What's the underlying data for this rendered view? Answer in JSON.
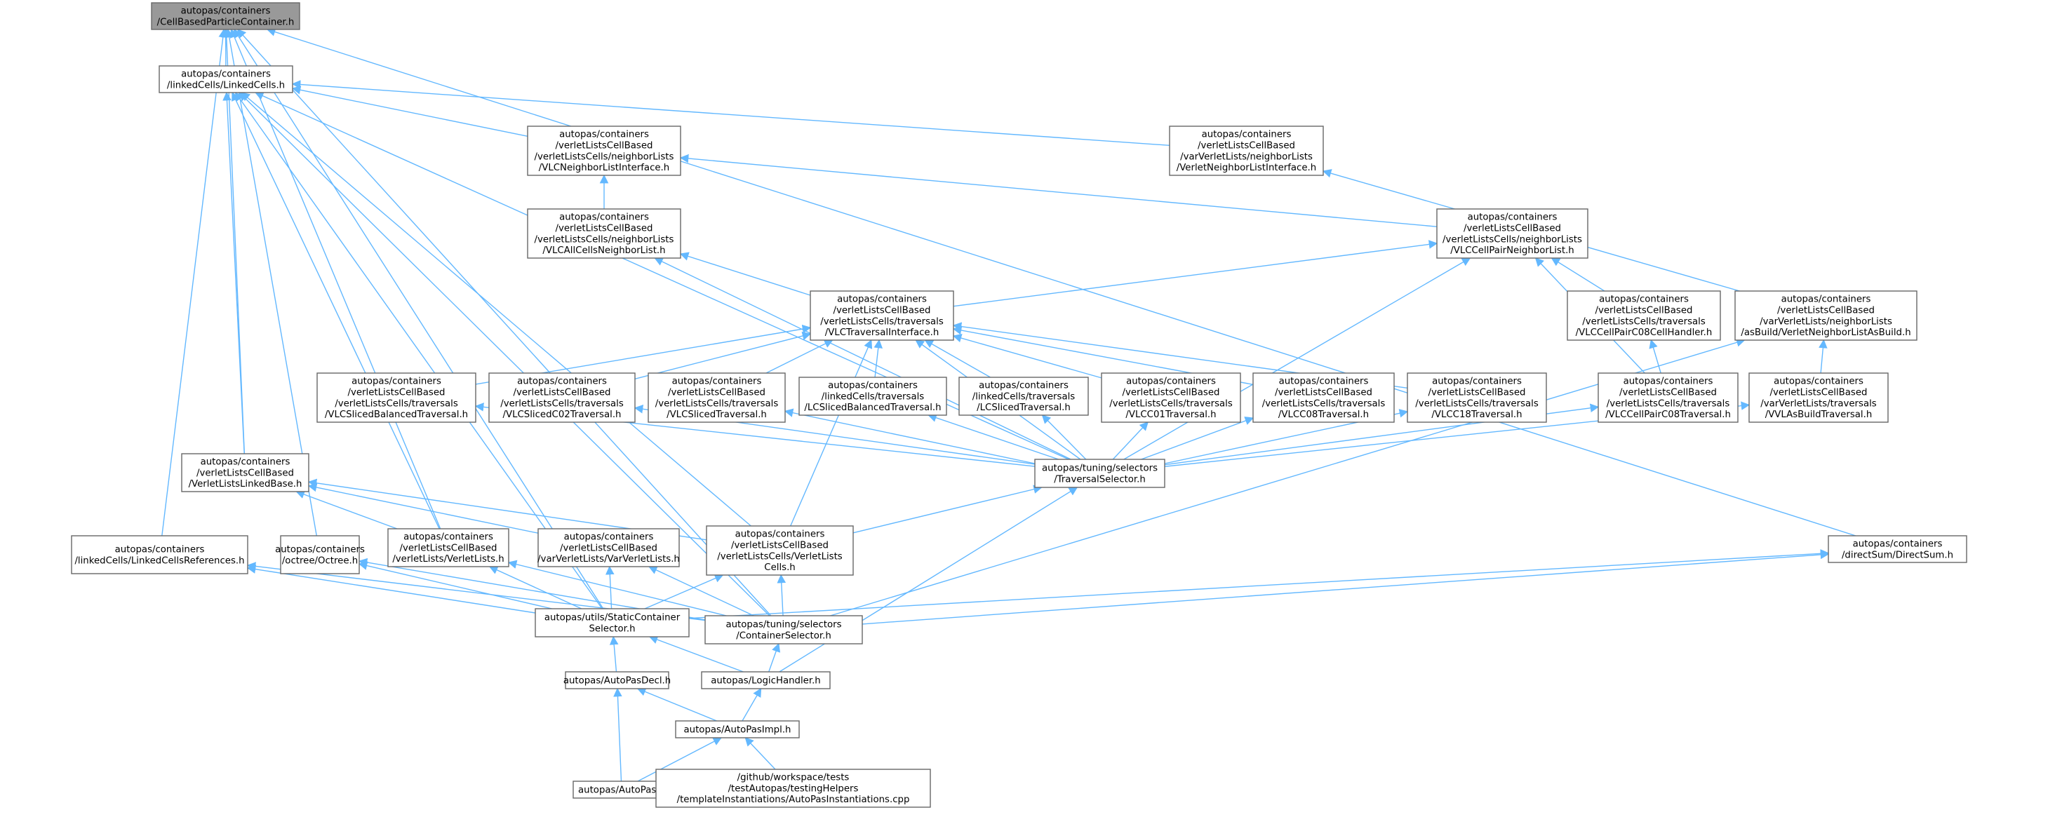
{
  "graph": {
    "colors": {
      "edge": "#63b8ff",
      "node_border": "#666666",
      "root_fill": "#999999",
      "node_fill": "#ffffff"
    },
    "nodes": [
      {
        "id": "n0",
        "lines": [
          "autopas/containers",
          "/CellBasedParticleContainer.h"
        ]
      },
      {
        "id": "n1",
        "lines": [
          "autopas/containers",
          "/linkedCells/LinkedCells.h"
        ]
      },
      {
        "id": "n2",
        "lines": [
          "autopas/containers",
          "/verletListsCellBased",
          "/verletListsCells/neighborLists",
          "/VLCNeighborListInterface.h"
        ]
      },
      {
        "id": "n3",
        "lines": [
          "autopas/containers",
          "/verletListsCellBased",
          "/varVerletLists/neighborLists",
          "/VerletNeighborListInterface.h"
        ]
      },
      {
        "id": "n4",
        "lines": [
          "autopas/containers",
          "/verletListsCellBased",
          "/verletListsCells/neighborLists",
          "/VLCAllCellsNeighborList.h"
        ]
      },
      {
        "id": "n5",
        "lines": [
          "autopas/containers",
          "/verletListsCellBased",
          "/verletListsCells/neighborLists",
          "/VLCCellPairNeighborList.h"
        ]
      },
      {
        "id": "n6",
        "lines": [
          "autopas/containers",
          "/verletListsCellBased",
          "/verletListsCells/traversals",
          "/VLCTraversalInterface.h"
        ]
      },
      {
        "id": "n7",
        "lines": [
          "autopas/containers",
          "/verletListsCellBased",
          "/verletListsCells/traversals",
          "/VLCCellPairC08CellHandler.h"
        ]
      },
      {
        "id": "n8",
        "lines": [
          "autopas/containers",
          "/verletListsCellBased",
          "/varVerletLists/neighborLists",
          "/asBuild/VerletNeighborListAsBuild.h"
        ]
      },
      {
        "id": "n9",
        "lines": [
          "autopas/containers",
          "/verletListsCellBased",
          "/verletListsCells/traversals",
          "/VLCSlicedBalancedTraversal.h"
        ]
      },
      {
        "id": "n10",
        "lines": [
          "autopas/containers",
          "/verletListsCellBased",
          "/verletListsCells/traversals",
          "/VLCSlicedC02Traversal.h"
        ]
      },
      {
        "id": "n11",
        "lines": [
          "autopas/containers",
          "/verletListsCellBased",
          "/verletListsCells/traversals",
          "/VLCSlicedTraversal.h"
        ]
      },
      {
        "id": "n12",
        "lines": [
          "autopas/containers",
          "/linkedCells/traversals",
          "/LCSlicedBalancedTraversal.h"
        ]
      },
      {
        "id": "n13",
        "lines": [
          "autopas/containers",
          "/linkedCells/traversals",
          "/LCSlicedTraversal.h"
        ]
      },
      {
        "id": "n14",
        "lines": [
          "autopas/containers",
          "/verletListsCellBased",
          "/verletListsCells/traversals",
          "/VLCC01Traversal.h"
        ]
      },
      {
        "id": "n15",
        "lines": [
          "autopas/containers",
          "/verletListsCellBased",
          "/verletListsCells/traversals",
          "/VLCC08Traversal.h"
        ]
      },
      {
        "id": "n16",
        "lines": [
          "autopas/containers",
          "/verletListsCellBased",
          "/verletListsCells/traversals",
          "/VLCC18Traversal.h"
        ]
      },
      {
        "id": "n17",
        "lines": [
          "autopas/containers",
          "/verletListsCellBased",
          "/verletListsCells/traversals",
          "/VLCCellPairC08Traversal.h"
        ]
      },
      {
        "id": "n18",
        "lines": [
          "autopas/containers",
          "/verletListsCellBased",
          "/varVerletLists/traversals",
          "/VVLAsBuildTraversal.h"
        ]
      },
      {
        "id": "n19",
        "lines": [
          "autopas/containers",
          "/verletListsCellBased",
          "/VerletListsLinkedBase.h"
        ]
      },
      {
        "id": "n20",
        "lines": [
          "autopas/tuning/selectors",
          "/TraversalSelector.h"
        ]
      },
      {
        "id": "n21",
        "lines": [
          "autopas/containers",
          "/linkedCells/LinkedCellsReferences.h"
        ]
      },
      {
        "id": "n22",
        "lines": [
          "autopas/containers",
          "/octree/Octree.h"
        ]
      },
      {
        "id": "n23",
        "lines": [
          "autopas/containers",
          "/verletListsCellBased",
          "/verletLists/VerletLists.h"
        ]
      },
      {
        "id": "n24",
        "lines": [
          "autopas/containers",
          "/verletListsCellBased",
          "/varVerletLists/VarVerletLists.h"
        ]
      },
      {
        "id": "n25",
        "lines": [
          "autopas/containers",
          "/verletListsCellBased",
          "/verletListsCells/VerletLists",
          "Cells.h"
        ]
      },
      {
        "id": "n26",
        "lines": [
          "autopas/containers",
          "/directSum/DirectSum.h"
        ]
      },
      {
        "id": "n27",
        "lines": [
          "autopas/utils/StaticContainer",
          "Selector.h"
        ]
      },
      {
        "id": "n28",
        "lines": [
          "autopas/tuning/selectors",
          "/ContainerSelector.h"
        ]
      },
      {
        "id": "n29",
        "lines": [
          "autopas/AutoPasDecl.h"
        ]
      },
      {
        "id": "n30",
        "lines": [
          "autopas/LogicHandler.h"
        ]
      },
      {
        "id": "n31",
        "lines": [
          "autopas/AutoPasImpl.h"
        ]
      },
      {
        "id": "n32",
        "lines": [
          "autopas/AutoPas.h"
        ]
      },
      {
        "id": "n33",
        "lines": [
          "/github/workspace/tests",
          "/testAutopas/testingHelpers",
          "/templateInstantiations/AutoPasInstantiations.cpp"
        ]
      }
    ],
    "edges": [
      [
        "n1",
        "n0"
      ],
      [
        "n19",
        "n0"
      ],
      [
        "n21",
        "n0"
      ],
      [
        "n22",
        "n0"
      ],
      [
        "n23",
        "n0"
      ],
      [
        "n26",
        "n0"
      ],
      [
        "n27",
        "n0"
      ],
      [
        "n28",
        "n0"
      ],
      [
        "n2",
        "n1"
      ],
      [
        "n3",
        "n1"
      ],
      [
        "n19",
        "n1"
      ],
      [
        "n23",
        "n1"
      ],
      [
        "n25",
        "n1"
      ],
      [
        "n28",
        "n1"
      ],
      [
        "n27",
        "n1"
      ],
      [
        "n20",
        "n1"
      ],
      [
        "n4",
        "n2"
      ],
      [
        "n5",
        "n2"
      ],
      [
        "n8",
        "n3"
      ],
      [
        "n6",
        "n4"
      ],
      [
        "n20",
        "n4"
      ],
      [
        "n6",
        "n5"
      ],
      [
        "n7",
        "n5"
      ],
      [
        "n17",
        "n5"
      ],
      [
        "n20",
        "n5"
      ],
      [
        "n9",
        "n6"
      ],
      [
        "n10",
        "n6"
      ],
      [
        "n11",
        "n6"
      ],
      [
        "n12",
        "n6"
      ],
      [
        "n13",
        "n6"
      ],
      [
        "n14",
        "n6"
      ],
      [
        "n15",
        "n6"
      ],
      [
        "n16",
        "n6"
      ],
      [
        "n25",
        "n6"
      ],
      [
        "n20",
        "n6"
      ],
      [
        "n17",
        "n7"
      ],
      [
        "n18",
        "n8"
      ],
      [
        "n28",
        "n8"
      ],
      [
        "n20",
        "n9"
      ],
      [
        "n20",
        "n10"
      ],
      [
        "n20",
        "n11"
      ],
      [
        "n20",
        "n12"
      ],
      [
        "n20",
        "n13"
      ],
      [
        "n20",
        "n14"
      ],
      [
        "n20",
        "n15"
      ],
      [
        "n20",
        "n16"
      ],
      [
        "n20",
        "n17"
      ],
      [
        "n20",
        "n18"
      ],
      [
        "n23",
        "n19"
      ],
      [
        "n24",
        "n19"
      ],
      [
        "n25",
        "n19"
      ],
      [
        "n25",
        "n20"
      ],
      [
        "n30",
        "n20"
      ],
      [
        "n27",
        "n21"
      ],
      [
        "n28",
        "n21"
      ],
      [
        "n27",
        "n22"
      ],
      [
        "n28",
        "n22"
      ],
      [
        "n27",
        "n23"
      ],
      [
        "n28",
        "n23"
      ],
      [
        "n27",
        "n24"
      ],
      [
        "n28",
        "n24"
      ],
      [
        "n27",
        "n25"
      ],
      [
        "n28",
        "n25"
      ],
      [
        "n27",
        "n26"
      ],
      [
        "n28",
        "n26"
      ],
      [
        "n29",
        "n27"
      ],
      [
        "n30",
        "n27"
      ],
      [
        "n30",
        "n28"
      ],
      [
        "n31",
        "n29"
      ],
      [
        "n32",
        "n29"
      ],
      [
        "n31",
        "n30"
      ],
      [
        "n32",
        "n31"
      ],
      [
        "n33",
        "n31"
      ]
    ]
  }
}
